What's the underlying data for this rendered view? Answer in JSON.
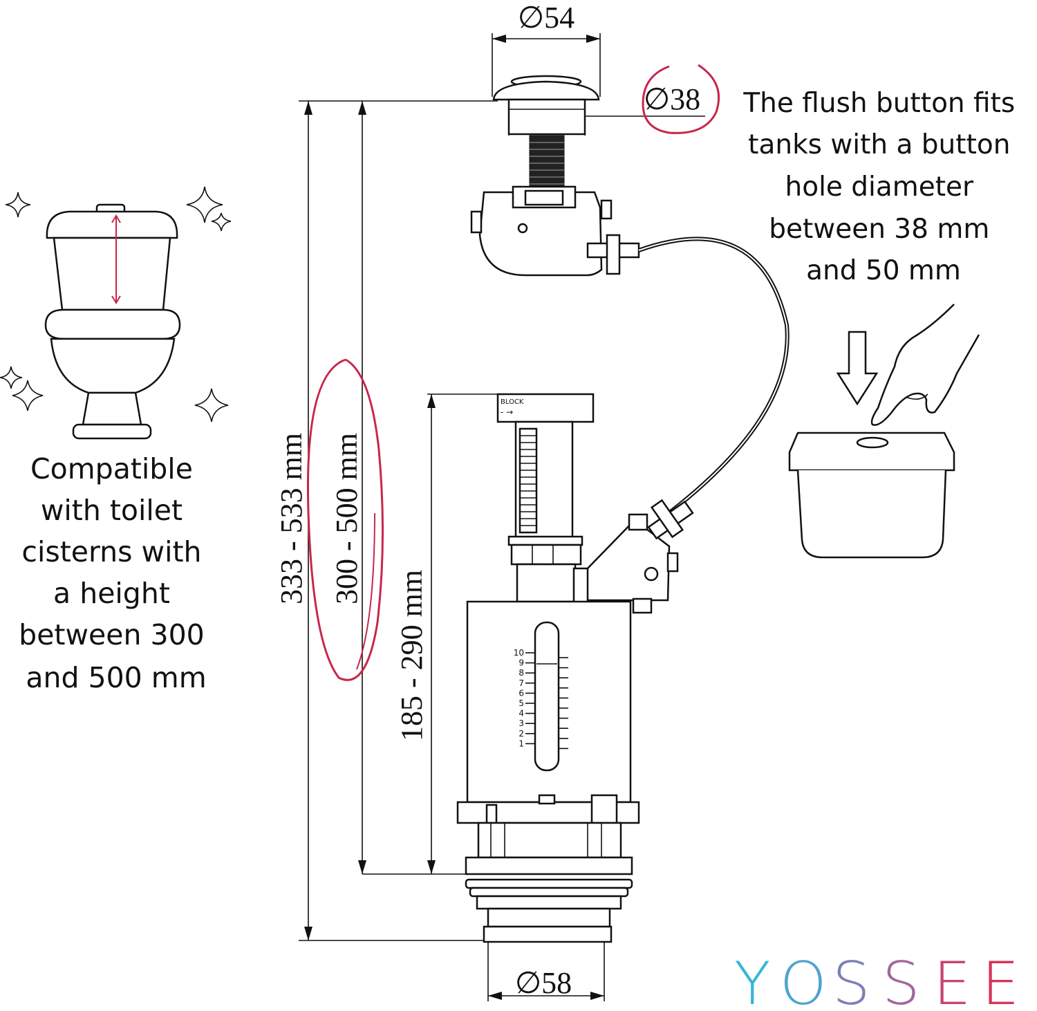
{
  "left_caption": [
    "Compatible",
    "with toilet",
    "cisterns with",
    "a height",
    "between 300",
    "and 500 mm"
  ],
  "right_caption": [
    "The flush button fits",
    "tanks with a button",
    "hole diameter",
    "between 38 mm",
    "and 50 mm"
  ],
  "dimensions": {
    "button_diameter": "54",
    "hole_diameter": "38",
    "outlet_diameter": "58",
    "total_height": "333 - 533 mm",
    "cistern_height": "300 - 500 mm",
    "valve_height": "185 - 290 mm",
    "diameter_symbol": "∅"
  },
  "valve_labels": {
    "block": "BLOCK",
    "arrow": "- →",
    "scale": [
      "10",
      "9",
      "8",
      "7",
      "6",
      "5",
      "4",
      "3",
      "2",
      "1"
    ]
  },
  "brand": {
    "letters": [
      "Y",
      "O",
      "S",
      "S",
      "E",
      "E"
    ],
    "colors": [
      "#35b6d6",
      "#4fa3cf",
      "#7b7fb8",
      "#a3669c",
      "#c84474",
      "#d8345a"
    ]
  },
  "colors": {
    "annotation": "#c8264a",
    "line": "#111111"
  }
}
